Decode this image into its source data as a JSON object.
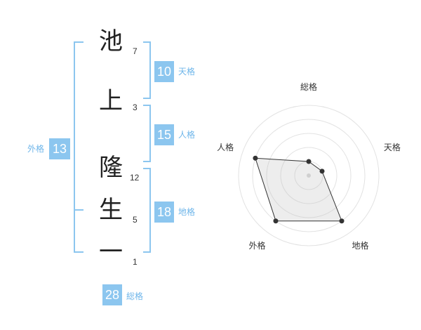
{
  "name": {
    "characters": [
      {
        "char": "池",
        "strokes": "7"
      },
      {
        "char": "上",
        "strokes": "3"
      },
      {
        "char": "隆",
        "strokes": "12"
      },
      {
        "char": "生",
        "strokes": "5"
      },
      {
        "char": "一",
        "strokes": "1"
      }
    ]
  },
  "kakusu": {
    "tenkaku": {
      "value": "10",
      "label": "天格"
    },
    "jinkaku": {
      "value": "15",
      "label": "人格"
    },
    "chikaku": {
      "value": "18",
      "label": "地格"
    },
    "gaikaku": {
      "value": "13",
      "label": "外格"
    },
    "soukaku": {
      "value": "28",
      "label": "総格"
    }
  },
  "colors": {
    "accent": "#8cc6ef",
    "label": "#6fb6ea",
    "bracket": "#8cc6ef"
  },
  "chart_data": {
    "type": "radar",
    "axes": [
      "総格",
      "天格",
      "地格",
      "外格",
      "人格"
    ],
    "values": [
      1,
      1,
      4,
      4,
      4
    ],
    "rmax": 5,
    "rings": 5,
    "grid": true
  }
}
